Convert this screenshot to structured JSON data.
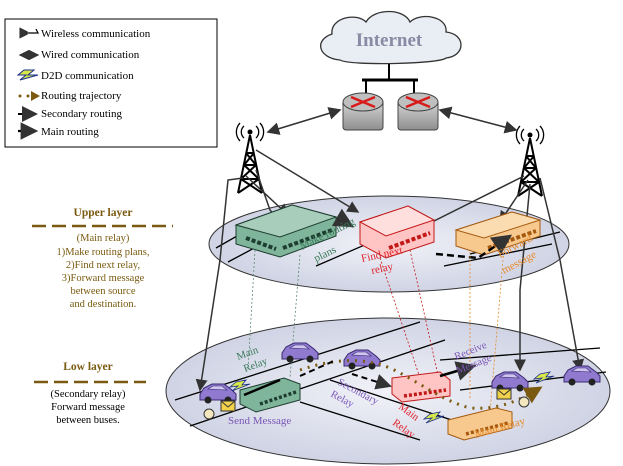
{
  "legend": {
    "items": [
      {
        "label": "Wireless communication",
        "icon": "wireless-arrow-icon"
      },
      {
        "label": "Wired communication",
        "icon": "wired-arrow-icon"
      },
      {
        "label": "D2D communication",
        "icon": "d2d-lightning-icon"
      },
      {
        "label": "Routing trajectory",
        "icon": "dotted-arrow-icon"
      },
      {
        "label": "Secondary routing",
        "icon": "dashed-arrow-icon"
      },
      {
        "label": "Main routing",
        "icon": "solid-arrow-icon"
      }
    ]
  },
  "cloud": {
    "label": "Internet"
  },
  "upper_layer": {
    "title": "Upper layer",
    "lines": [
      "(Main relay)",
      "1)Make routing plans,",
      "2)Find next relay,",
      "3)Forward message",
      "between source",
      "and destination."
    ],
    "bus_labels": {
      "make": [
        "Make routing",
        "plans"
      ],
      "find": [
        "Find next",
        "relay"
      ],
      "forward": [
        "Forward",
        "message"
      ]
    }
  },
  "low_layer": {
    "title": "Low layer",
    "lines": [
      "(Secondary relay)",
      "Forward message",
      "between buses."
    ],
    "labels": {
      "main_relay_1": [
        "Main",
        "Relay"
      ],
      "send_message": "Send Message",
      "secondary_relay": [
        "Secondary",
        "Relay"
      ],
      "main_relay_2": [
        "Main",
        "Relay"
      ],
      "receive_message": [
        "Receive",
        "Message"
      ],
      "main_relay_3": "Main Relay"
    }
  },
  "colors": {
    "olive": "#7a5a10",
    "green": "#3a7a5a",
    "red": "#e0202a",
    "orange": "#e58a2a",
    "purple": "#7a56b8",
    "ellipse_fill": "#dfe2ef"
  }
}
